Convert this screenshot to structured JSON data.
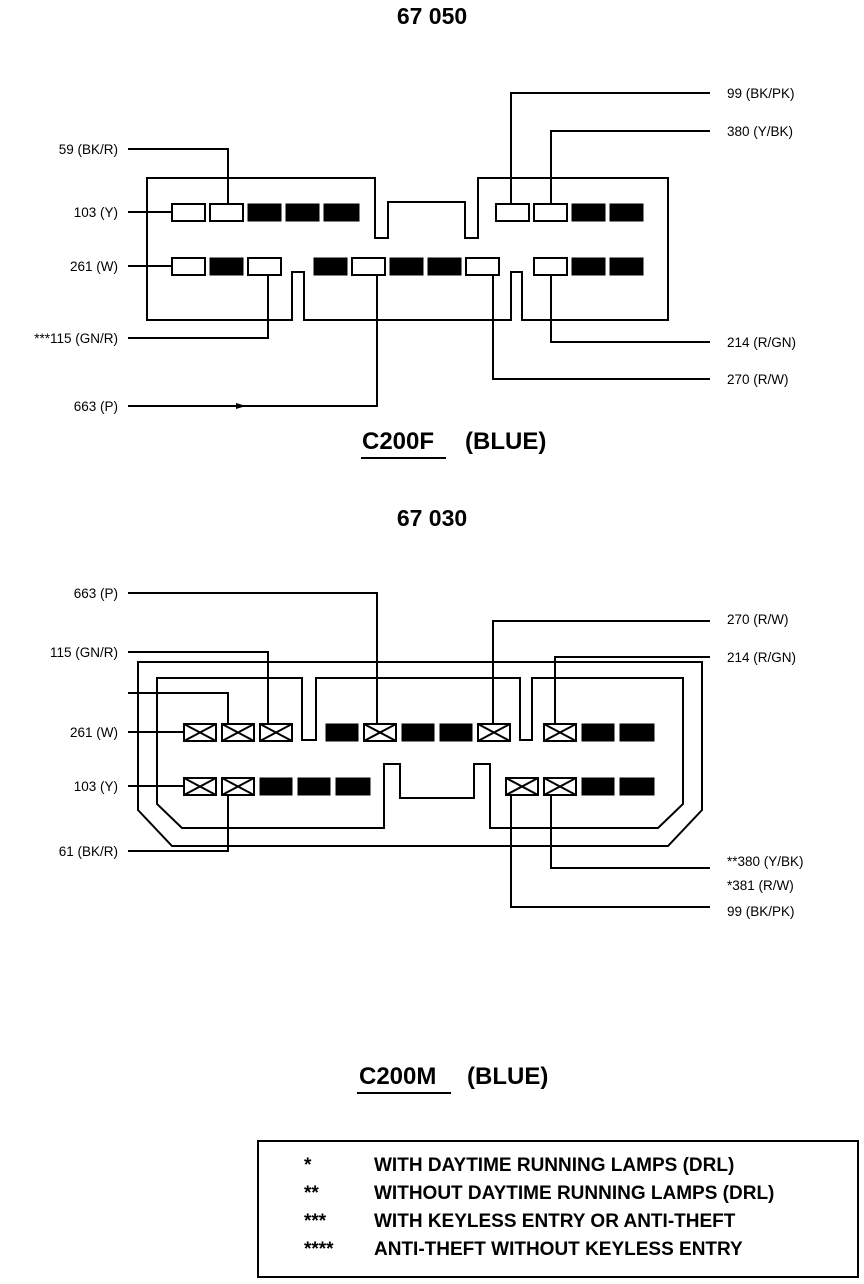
{
  "connector_f": {
    "part_number": "67 050",
    "name": "C200F",
    "color": "(BLUE)",
    "wires_left": [
      {
        "label": "59 (BK/R)"
      },
      {
        "label": "103 (Y)"
      },
      {
        "label": "261 (W)"
      },
      {
        "label": "***115 (GN/R)"
      },
      {
        "label": "663 (P)"
      }
    ],
    "wires_right": [
      {
        "label": "99 (BK/PK)"
      },
      {
        "label": "380 (Y/BK)"
      },
      {
        "label": "214 (R/GN)"
      },
      {
        "label": "270 (R/W)"
      }
    ],
    "row_top": [
      "open",
      "open",
      "filled",
      "filled",
      "filled",
      "gap",
      "open",
      "open",
      "filled",
      "filled"
    ],
    "row_bottom": [
      "open",
      "filled",
      "open",
      "gap",
      "filled",
      "open",
      "filled",
      "filled",
      "open",
      "gap",
      "open",
      "filled",
      "filled"
    ]
  },
  "connector_m": {
    "part_number": "67 030",
    "name": "C200M",
    "color": "(BLUE)",
    "wires_left": [
      {
        "label": "663 (P)"
      },
      {
        "label": "115 (GN/R)"
      },
      {
        "label": "261 (W)"
      },
      {
        "label": "103 (Y)"
      },
      {
        "label": "61 (BK/R)"
      }
    ],
    "wires_right": [
      {
        "label": "270 (R/W)"
      },
      {
        "label": "214 (R/GN)"
      },
      {
        "label": "**380 (Y/BK)"
      },
      {
        "label": "*381 (R/W)"
      },
      {
        "label": "99 (BK/PK)"
      }
    ]
  },
  "legend": [
    {
      "symbol": "*",
      "text": "WITH DAYTIME RUNNING LAMPS (DRL)"
    },
    {
      "symbol": "**",
      "text": "WITHOUT DAYTIME RUNNING LAMPS (DRL)"
    },
    {
      "symbol": "***",
      "text": "WITH KEYLESS ENTRY OR ANTI-THEFT"
    },
    {
      "symbol": "****",
      "text": "ANTI-THEFT WITHOUT KEYLESS ENTRY"
    }
  ]
}
